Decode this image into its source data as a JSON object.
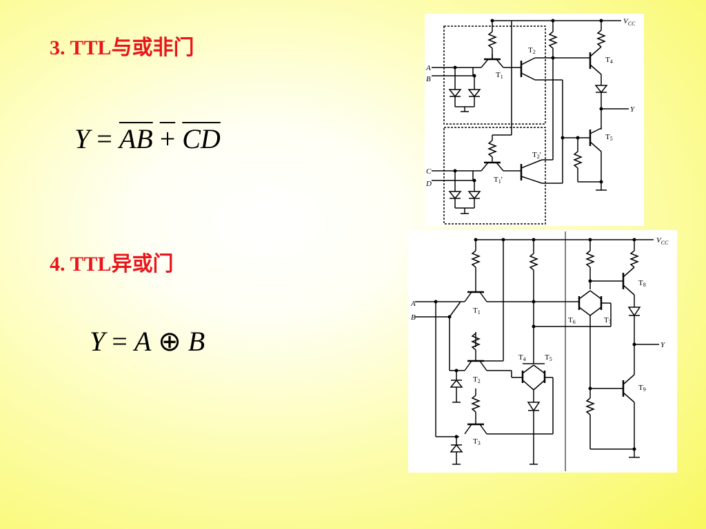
{
  "section3": {
    "title": "3. TTL与或非门",
    "formula_lhs": "Y",
    "formula_eq": "=",
    "formula_term1": "AB",
    "formula_plus": "+",
    "formula_term2": "CD"
  },
  "section4": {
    "title": "4. TTL异或门",
    "formula_lhs": "Y",
    "formula_eq": "=",
    "formula_a": "A",
    "formula_op": "⊕",
    "formula_b": "B"
  },
  "circuit1": {
    "vcc": "V",
    "vcc_sub": "CC",
    "inputs": [
      "A",
      "B",
      "C",
      "D"
    ],
    "output": "Y",
    "transistors": [
      "T1",
      "T2",
      "T4",
      "T5",
      "T2'",
      "T1'"
    ]
  },
  "circuit2": {
    "vcc": "V",
    "vcc_sub": "CC",
    "inputs": [
      "A",
      "B"
    ],
    "output": "Y",
    "transistors": [
      "T1",
      "T2",
      "T3",
      "T4",
      "T5",
      "T6",
      "T7",
      "T8",
      "T9"
    ]
  }
}
